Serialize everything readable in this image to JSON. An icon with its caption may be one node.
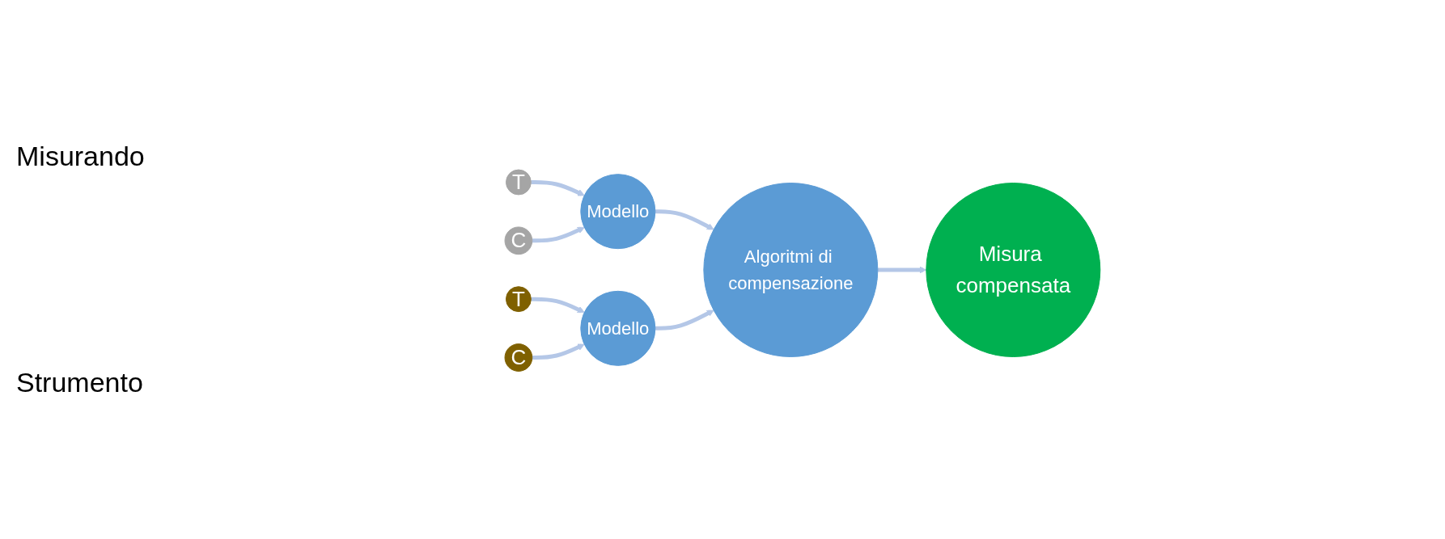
{
  "diagram": {
    "nodes": [
      {
        "text": [
          "T"
        ]
      },
      {
        "text": [
          "C"
        ]
      },
      {
        "text": [
          "Modello"
        ]
      },
      {
        "text": [
          "T"
        ]
      },
      {
        "text": [
          "C"
        ]
      },
      {
        "text": [
          "Modello"
        ]
      },
      {
        "text": [
          "Algoritmi di compensazione"
        ]
      },
      {
        "text": [
          "Misura compensata"
        ]
      }
    ],
    "edges": [
      {
        "from": 0,
        "to": 2,
        "arrow": "to"
      },
      {
        "from": 1,
        "to": 2,
        "arrow": "to"
      },
      {
        "from": 3,
        "to": 5,
        "arrow": "to"
      },
      {
        "from": 4,
        "to": 5,
        "arrow": "to"
      },
      {
        "from": 2,
        "to": 6,
        "arrow": "to"
      },
      {
        "from": 5,
        "to": 6,
        "arrow": "to"
      },
      {
        "from": 6,
        "to": 7,
        "arrow": "to"
      }
    ],
    "labels": [
      "Misurando",
      "Strumento"
    ]
  }
}
